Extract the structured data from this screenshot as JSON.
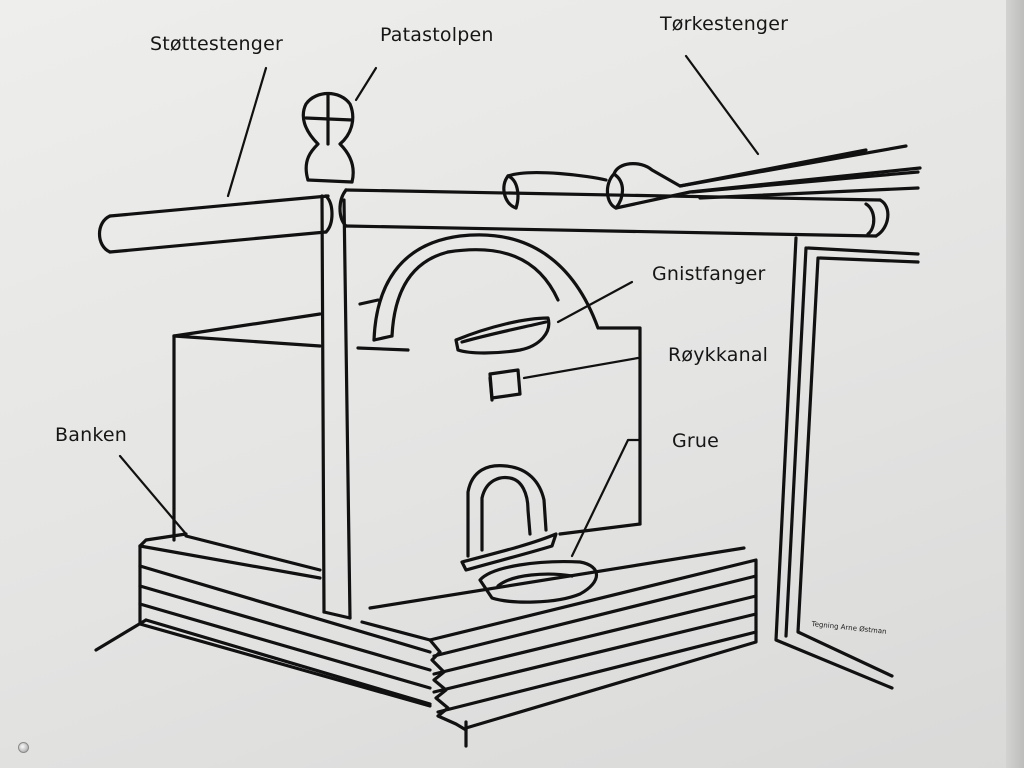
{
  "labels": {
    "stottestenger": "Støttestenger",
    "patastolpen": "Patastolpen",
    "torkestenger": "Tørkestenger",
    "gnistfanger": "Gnistfanger",
    "roykkanal": "Røykkanal",
    "banken": "Banken",
    "grue": "Grue"
  },
  "credit": "Tegning Arne Østman",
  "colors": {
    "ink": "#111111",
    "board": "#e8e8e7"
  }
}
